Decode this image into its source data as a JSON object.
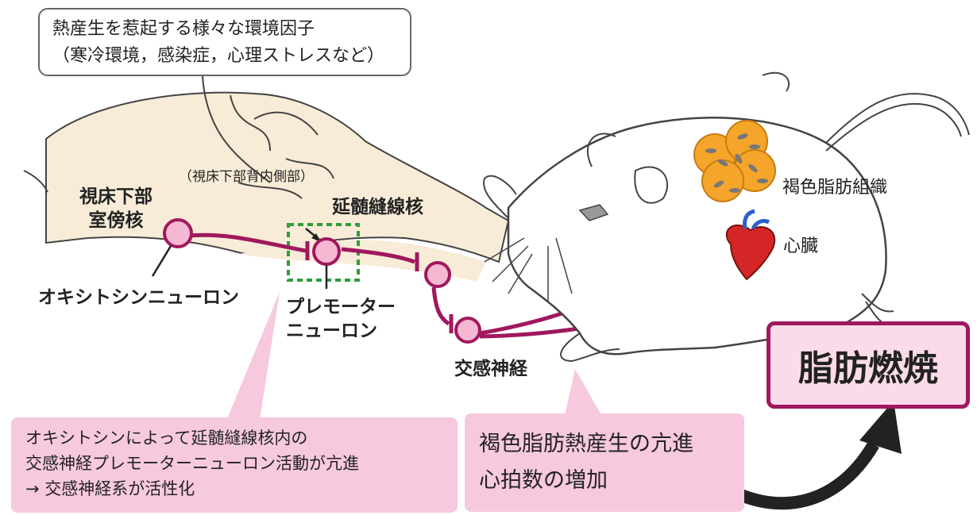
{
  "callout": {
    "line1": "熱産生を惹起する様々な環境因子",
    "line2": "（寒冷環境，感染症，心理ストレスなど）"
  },
  "labels": {
    "pvn_line1": "視床下部",
    "pvn_line2": "室傍核",
    "dmh": "（視床下部背内側部）",
    "raphe": "延髄縫線核",
    "oxytocin_neuron": "オキシトシンニューロン",
    "premotor_line1": "プレモーター",
    "premotor_line2": "ニューロン",
    "sympathetic": "交感神経",
    "bat": "褐色脂肪組織",
    "heart": "心臓"
  },
  "result": {
    "label": "脂肪燃焼"
  },
  "box_left": {
    "line1": "オキシトシンによって延髄縫線核内の",
    "line2": "交感神経プレモーターニューロン活動が亢進",
    "line3": "→ 交感神経系が活性化"
  },
  "box_right": {
    "line1": "褐色脂肪熱産生の亢進",
    "line2": "心拍数の増加"
  },
  "colors": {
    "pathway": "#a0185e",
    "neuron_fill": "#f5b8d2",
    "brain_fill": "#f8ecd8",
    "highlight_box": "#2e9e3a",
    "pink_box": "#f7c9de",
    "bat_orange": "#f4a52a"
  }
}
